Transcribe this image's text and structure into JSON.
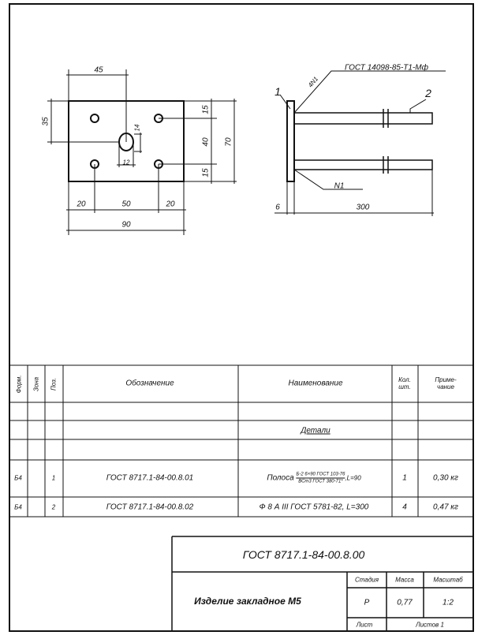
{
  "drawing": {
    "plan_dims": {
      "top": "45",
      "left": "35",
      "slot_h": "14",
      "slot_w": "12",
      "right_a": "15",
      "right_b": "40",
      "right_c": "15",
      "right_total": "70",
      "bottom_a": "20",
      "bottom_b": "50",
      "bottom_c": "20",
      "bottom_total": "90"
    },
    "side": {
      "pos1": "1",
      "pos2": "2",
      "weld_top": "4N1",
      "weld_bottom": "N1",
      "gost_note": "ГОСТ 14098-85-Т1-Мф",
      "dim_thick": "6",
      "dim_len": "300"
    }
  },
  "spec_table": {
    "headers": {
      "format": "Форм.",
      "zone": "Зона",
      "pos": "Поз.",
      "designation": "Обозначение",
      "name": "Наименование",
      "qty": "Кол. шт.",
      "note": "Приме-чание"
    },
    "section": "Детали",
    "rows": [
      {
        "format": "Б4",
        "zone": "",
        "pos": "1",
        "designation": "ГОСТ 8717.1-84-00.8.01",
        "name_prefix": "Полоса",
        "name_num": "Б-2 6×90 ГОСТ 103-76",
        "name_den": "ВСт3 ГОСТ 380-71*",
        "name_suffix": ",L=90",
        "qty": "1",
        "note": "0,30 кг"
      },
      {
        "format": "Б4",
        "zone": "",
        "pos": "2",
        "designation": "ГОСТ 8717.1-84-00.8.02",
        "name": "Ф 8 А III ГОСТ 5781-82, L=300",
        "qty": "4",
        "note": "0,47 кг"
      }
    ]
  },
  "title_block": {
    "doc_code": "ГОСТ 8717.1-84-00.8.00",
    "item_name": "Изделие закладное М5",
    "stage_label": "Стадия",
    "mass_label": "Масса",
    "scale_label": "Масштаб",
    "stage": "Р",
    "mass": "0,77",
    "scale": "1:2",
    "sheet_label": "Лист",
    "sheets_label": "Листов 1"
  }
}
